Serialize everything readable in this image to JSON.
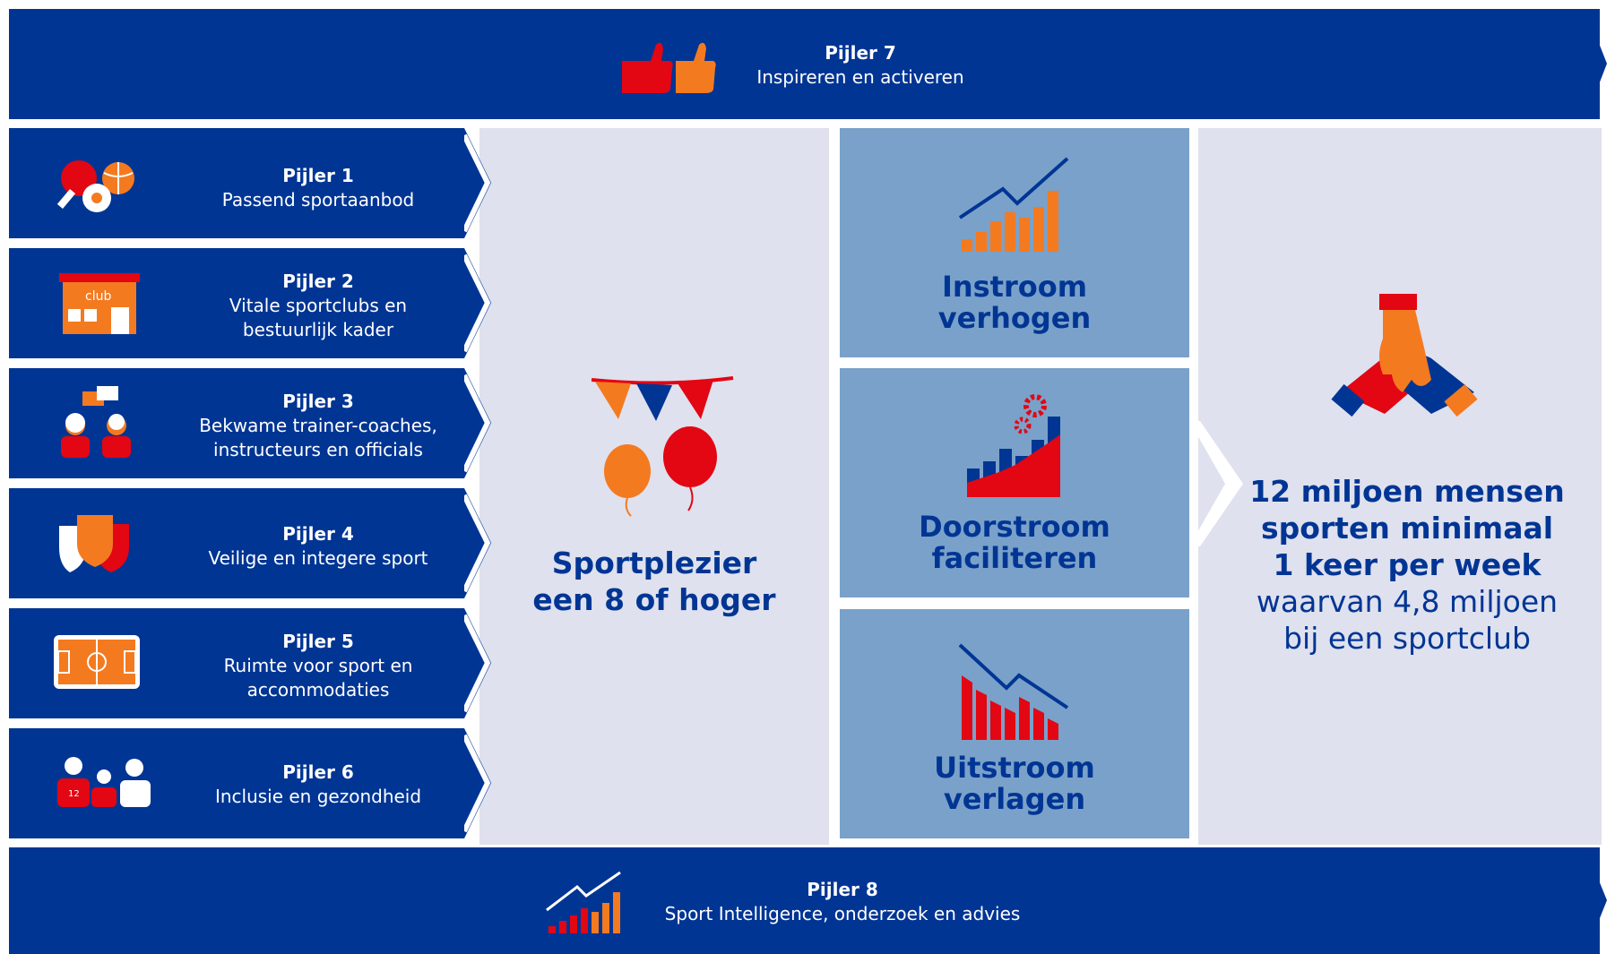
{
  "colors": {
    "navy": "#003594",
    "light_panel": "#dfe1ee",
    "mid_blue": "#7aa1c9",
    "orange": "#f47a20",
    "red": "#e30613"
  },
  "pillar7": {
    "title": "Pijler 7",
    "subtitle": "Inspireren en activeren",
    "icon": "thumbs-up-icon"
  },
  "pillar8": {
    "title": "Pijler 8",
    "subtitle": "Sport Intelligence, onderzoek en advies",
    "icon": "chart-growth-icon"
  },
  "pillars": [
    {
      "title": "Pijler 1",
      "subtitle": "Passend sportaanbod",
      "icon": "sports-balls-icon"
    },
    {
      "title": "Pijler 2",
      "subtitle": "Vitale sportclubs en\nbestuurlijk kader",
      "icon": "club-building-icon",
      "icon_text": "club"
    },
    {
      "title": "Pijler 3",
      "subtitle": "Bekwame trainer-coaches,\ninstructeurs en officials",
      "icon": "coaches-icon"
    },
    {
      "title": "Pijler 4",
      "subtitle": "Veilige en integere sport",
      "icon": "shield-icon"
    },
    {
      "title": "Pijler 5",
      "subtitle": "Ruimte voor sport en\naccommodaties",
      "icon": "sports-field-icon"
    },
    {
      "title": "Pijler 6",
      "subtitle": "Inclusie en gezondheid",
      "icon": "team-people-icon",
      "icon_text": "12"
    }
  ],
  "center": {
    "text": "Sportplezier\neen 8 of hoger",
    "icon": "balloons-bunting-icon"
  },
  "flows": [
    {
      "label": "Instroom\nverhogen",
      "icon": "rising-chart-icon"
    },
    {
      "label": "Doorstroom\nfaciliteren",
      "icon": "gears-chart-icon"
    },
    {
      "label": "Uitstroom\nverlagen",
      "icon": "declining-chart-icon"
    }
  ],
  "goal": {
    "strong": "12 miljoen mensen\nsporten minimaal\n1 keer per week",
    "normal": "waarvan 4,8 miljoen\nbij een sportclub",
    "icon": "joined-hands-icon"
  }
}
